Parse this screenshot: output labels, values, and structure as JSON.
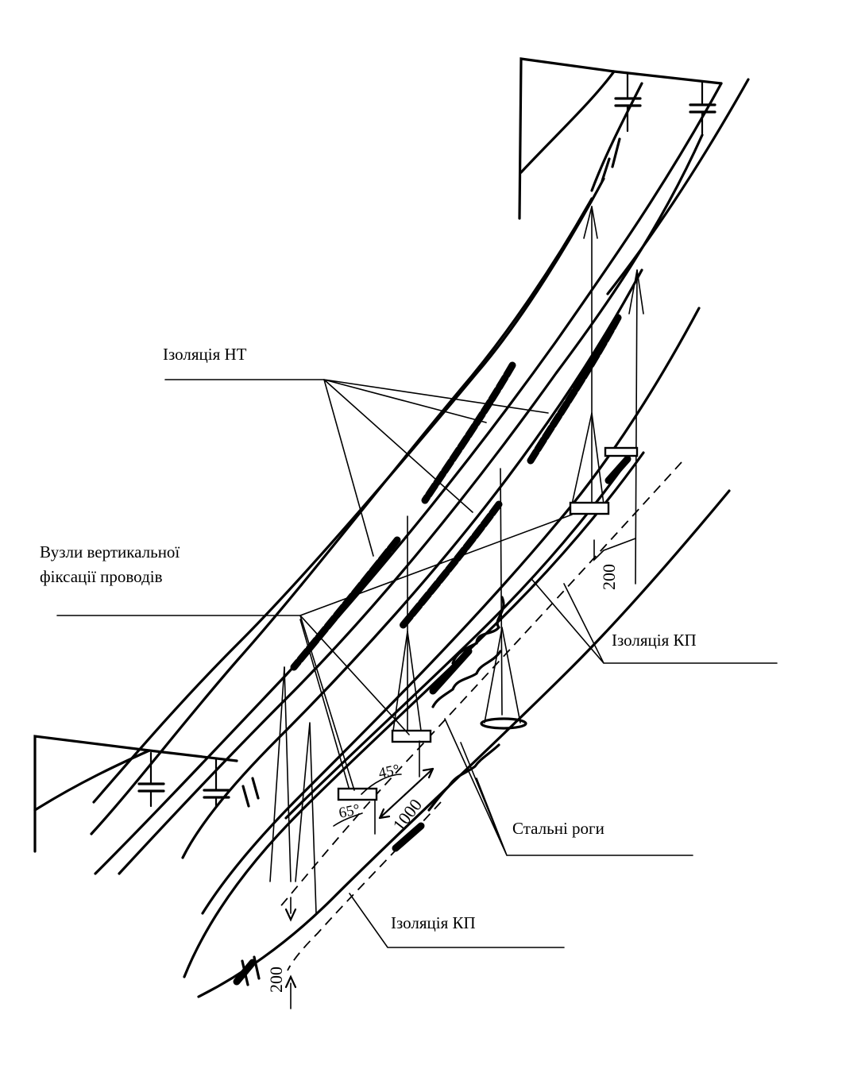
{
  "labels": {
    "insulation_nt": "Ізоляція НТ",
    "vertical_fixation_line1": "Вузли вертикальної",
    "vertical_fixation_line2": "фіксації проводів",
    "insulation_kp_upper": "Ізоляція КП",
    "steel_horns": "Стальні роги",
    "insulation_kp_lower": "Ізоляція КП"
  },
  "dimensions": {
    "top_clearance": "200",
    "bottom_clearance": "200",
    "length": "1000",
    "angle_upper": "45°",
    "angle_lower": "65°"
  }
}
